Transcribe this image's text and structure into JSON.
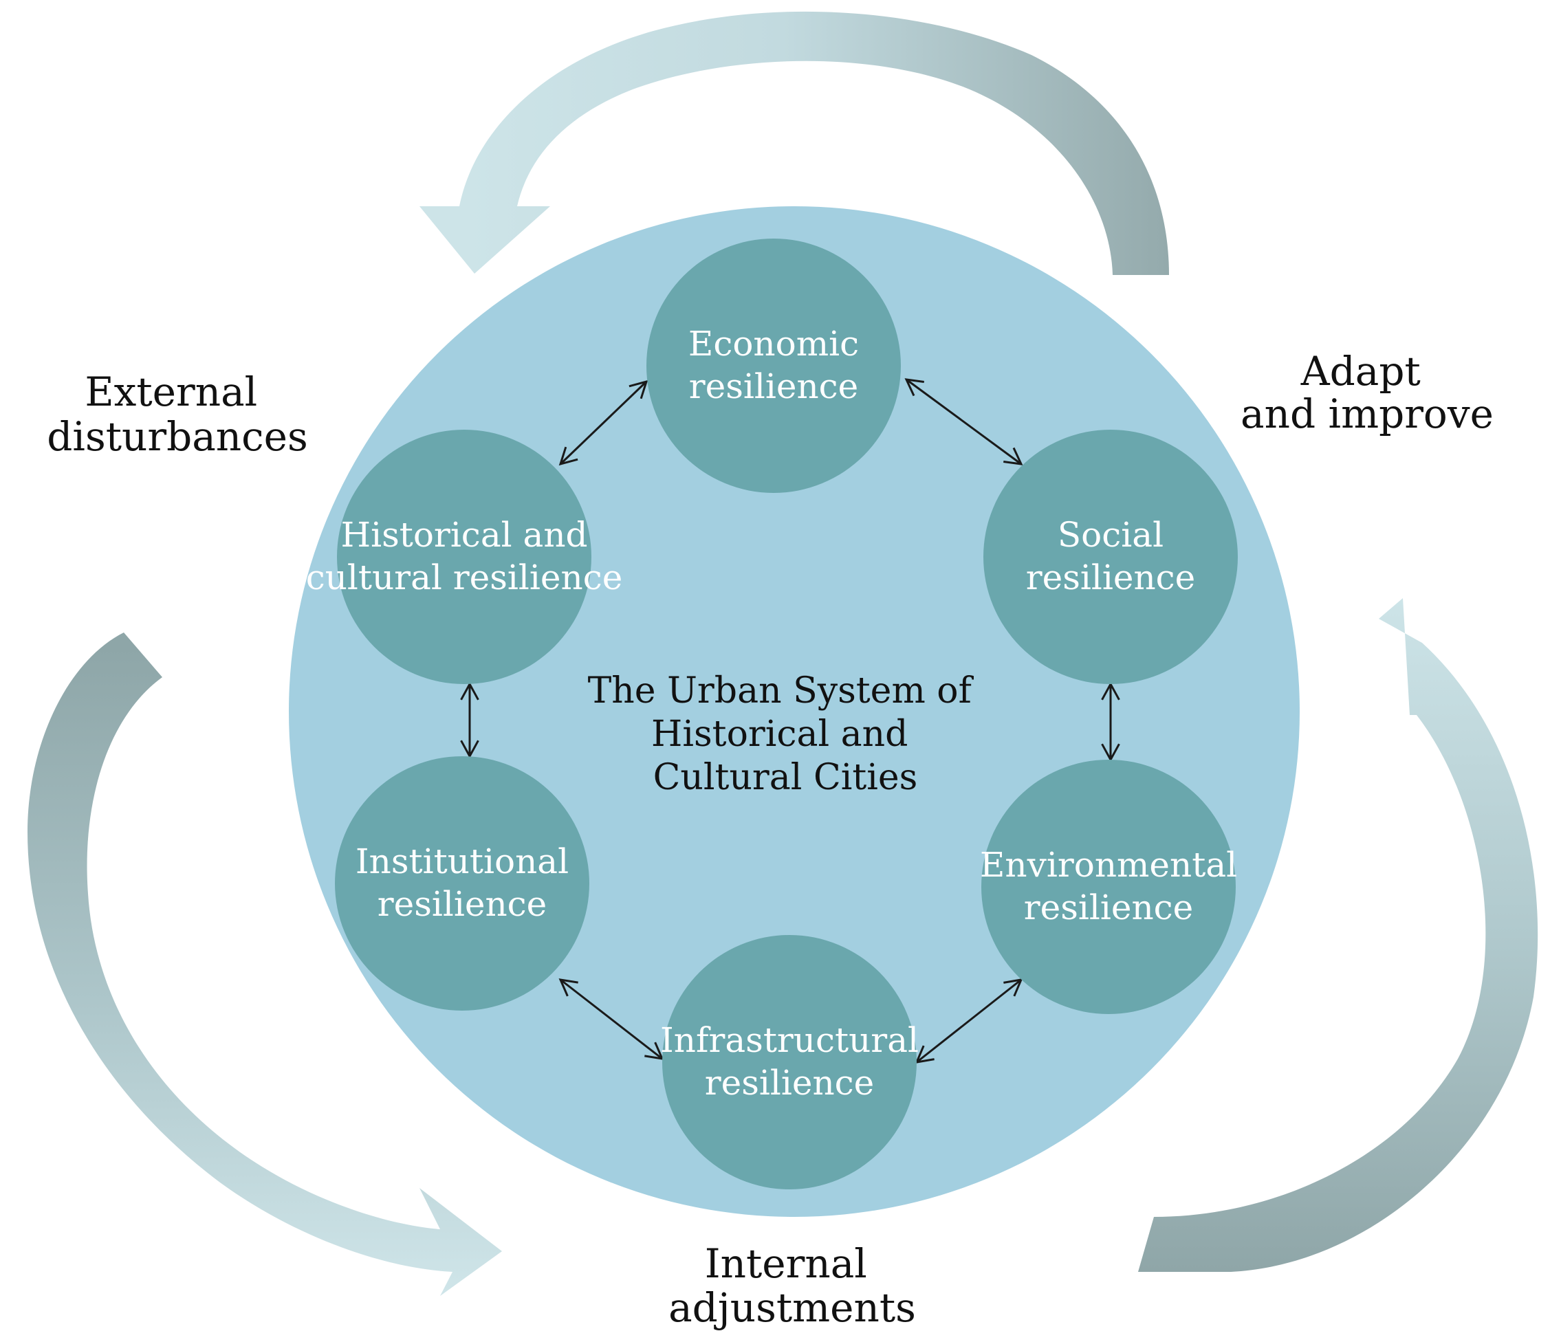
{
  "colors": {
    "background": "#ffffff",
    "system_circle": "#a3cfe0",
    "node_circle": "#6aa7ad",
    "node_text": "#ffffff",
    "label_text": "#111111",
    "arrow_light": "#c8e2e6",
    "arrow_dark": "#8fa6a8",
    "connector": "#1a1a1a"
  },
  "diagram": {
    "center_lines": [
      "The Urban System of",
      "Historical and",
      "Cultural Cities"
    ],
    "nodes": [
      {
        "id": "economic",
        "lines": [
          "Economic",
          "resilience"
        ]
      },
      {
        "id": "social",
        "lines": [
          "Social",
          "resilience"
        ]
      },
      {
        "id": "environmental",
        "lines": [
          "Environmental",
          "resilience"
        ]
      },
      {
        "id": "infrastructural",
        "lines": [
          "Infrastructural",
          "resilience"
        ]
      },
      {
        "id": "institutional",
        "lines": [
          "Institutional",
          "resilience"
        ]
      },
      {
        "id": "historical",
        "lines": [
          "Historical and",
          "cultural resilience"
        ]
      }
    ],
    "cycle_labels": {
      "external": [
        "External",
        "disturbances"
      ],
      "adapt": [
        "Adapt",
        "and improve"
      ],
      "internal": [
        "Internal",
        "adjustments"
      ]
    },
    "cycle_arrows": [
      {
        "id": "top",
        "icon": "curved-arrow-icon"
      },
      {
        "id": "left",
        "icon": "curved-arrow-icon"
      },
      {
        "id": "right",
        "icon": "curved-arrow-icon"
      }
    ]
  }
}
